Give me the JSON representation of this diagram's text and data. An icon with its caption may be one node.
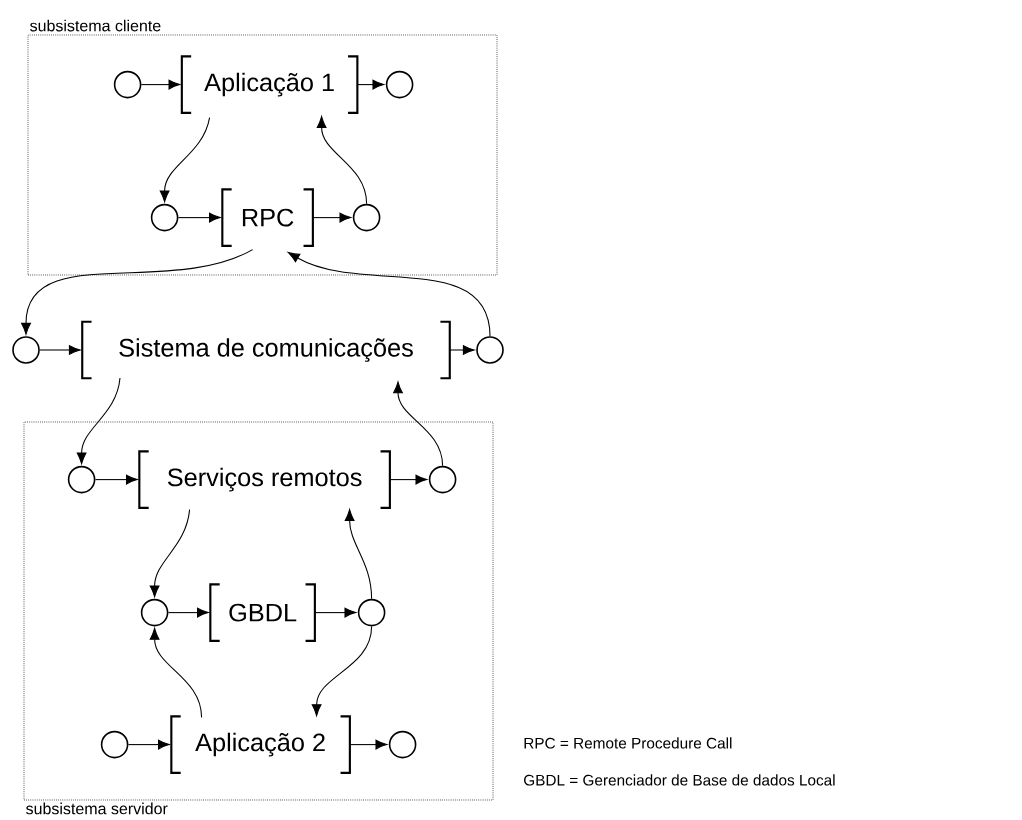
{
  "diagram": {
    "nodes": [
      {
        "text": [
          "subsistema cliente"
        ]
      },
      {
        "text": [],
        "shape": "circle",
        "in": 0
      },
      {
        "text": [
          "Aplicação 1"
        ],
        "in": 0
      },
      {
        "text": [],
        "shape": "circle",
        "in": 0
      },
      {
        "text": [],
        "shape": "circle",
        "in": 0
      },
      {
        "text": [
          "RPC"
        ],
        "in": 0
      },
      {
        "text": [],
        "shape": "circle",
        "in": 0
      },
      {
        "text": [],
        "shape": "circle"
      },
      {
        "text": [
          "Sistema de comunicações"
        ]
      },
      {
        "text": [],
        "shape": "circle"
      },
      {
        "text": [
          "subsistema servidor"
        ]
      },
      {
        "text": [],
        "shape": "circle",
        "in": 10
      },
      {
        "text": [
          "Serviços remotos"
        ],
        "in": 10
      },
      {
        "text": [],
        "shape": "circle",
        "in": 10
      },
      {
        "text": [],
        "shape": "circle",
        "in": 10
      },
      {
        "text": [
          "GBDL"
        ],
        "in": 10
      },
      {
        "text": [],
        "shape": "circle",
        "in": 10
      },
      {
        "text": [],
        "shape": "circle",
        "in": 10
      },
      {
        "text": [
          "Aplicação 2"
        ],
        "in": 10
      },
      {
        "text": [],
        "shape": "circle",
        "in": 10
      }
    ],
    "edges": [
      {
        "from": 1,
        "to": 2,
        "arrow": "to"
      },
      {
        "from": 2,
        "to": 3,
        "arrow": "to"
      },
      {
        "from": 2,
        "to": 4,
        "arrow": "to"
      },
      {
        "from": 4,
        "to": 5,
        "arrow": "to"
      },
      {
        "from": 5,
        "to": 6,
        "arrow": "to"
      },
      {
        "from": 6,
        "to": 2,
        "arrow": "to"
      },
      {
        "from": 5,
        "to": 7,
        "arrow": "to"
      },
      {
        "from": 9,
        "to": 5,
        "arrow": "to"
      },
      {
        "from": 7,
        "to": 8,
        "arrow": "to"
      },
      {
        "from": 8,
        "to": 9,
        "arrow": "to"
      },
      {
        "from": 8,
        "to": 11,
        "arrow": "to"
      },
      {
        "from": 11,
        "to": 12,
        "arrow": "to"
      },
      {
        "from": 12,
        "to": 13,
        "arrow": "to"
      },
      {
        "from": 13,
        "to": 8,
        "arrow": "to"
      },
      {
        "from": 12,
        "to": 14,
        "arrow": "to"
      },
      {
        "from": 14,
        "to": 15,
        "arrow": "to"
      },
      {
        "from": 15,
        "to": 16,
        "arrow": "to"
      },
      {
        "from": 16,
        "to": 12,
        "arrow": "to"
      },
      {
        "from": 18,
        "to": 14,
        "arrow": "to"
      },
      {
        "from": 16,
        "to": 18,
        "arrow": "to"
      },
      {
        "from": 17,
        "to": 18,
        "arrow": "to"
      },
      {
        "from": 18,
        "to": 19,
        "arrow": "to"
      }
    ],
    "labels": [
      "RPC = Remote Procedure Call",
      "GBDL = Gerenciador de Base de dados Local"
    ]
  }
}
